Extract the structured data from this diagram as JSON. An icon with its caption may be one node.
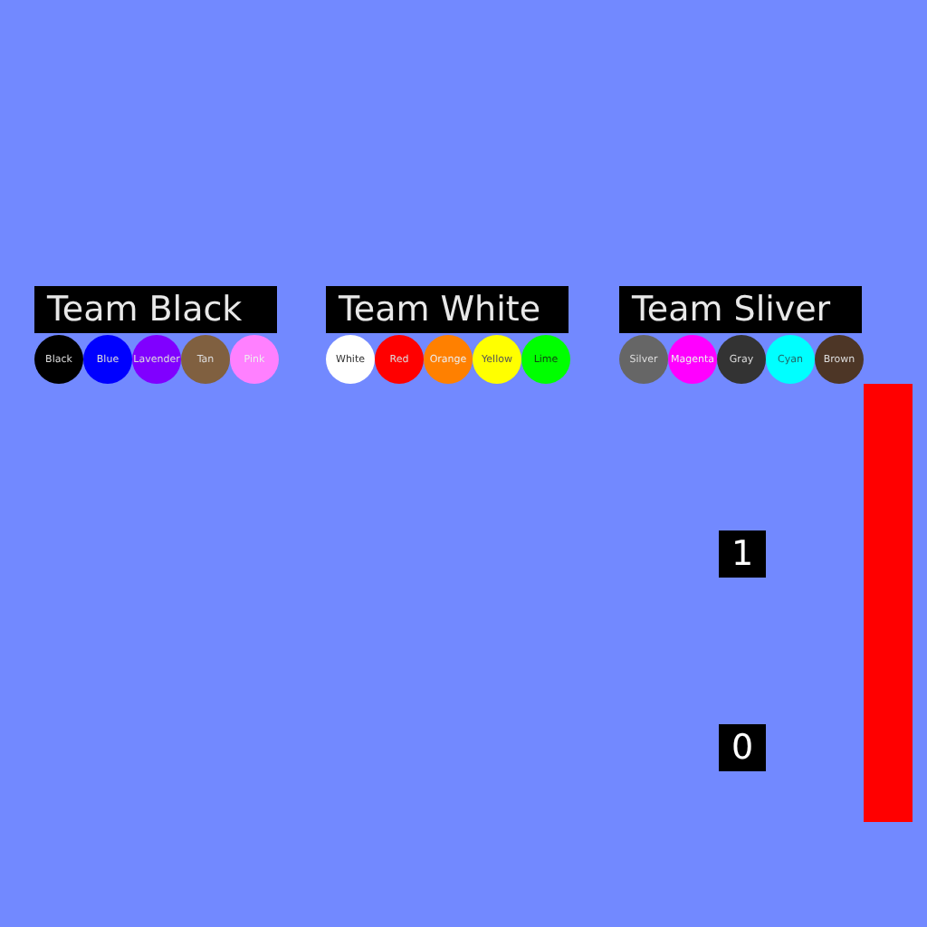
{
  "diagram": {
    "nodes": [
      {
        "text": [
          "Team Black"
        ]
      },
      {
        "text": [
          "Black"
        ]
      },
      {
        "text": [
          "Blue"
        ]
      },
      {
        "text": [
          "Lavender"
        ]
      },
      {
        "text": [
          "Tan"
        ]
      },
      {
        "text": [
          "Pink"
        ]
      },
      {
        "text": [
          "Team White"
        ]
      },
      {
        "text": [
          "White"
        ]
      },
      {
        "text": [
          "Red"
        ]
      },
      {
        "text": [
          "Orange"
        ]
      },
      {
        "text": [
          "Yellow"
        ]
      },
      {
        "text": [
          "Lime"
        ]
      },
      {
        "text": [
          "Team Sliver"
        ]
      },
      {
        "text": [
          "Silver"
        ]
      },
      {
        "text": [
          "Magenta"
        ]
      },
      {
        "text": [
          "Gray"
        ]
      },
      {
        "text": [
          "Cyan"
        ]
      },
      {
        "text": [
          "Brown"
        ]
      },
      {
        "text": [],
        "shape": "bar"
      },
      {
        "text": [
          "1"
        ]
      },
      {
        "text": [
          "0"
        ]
      }
    ]
  }
}
